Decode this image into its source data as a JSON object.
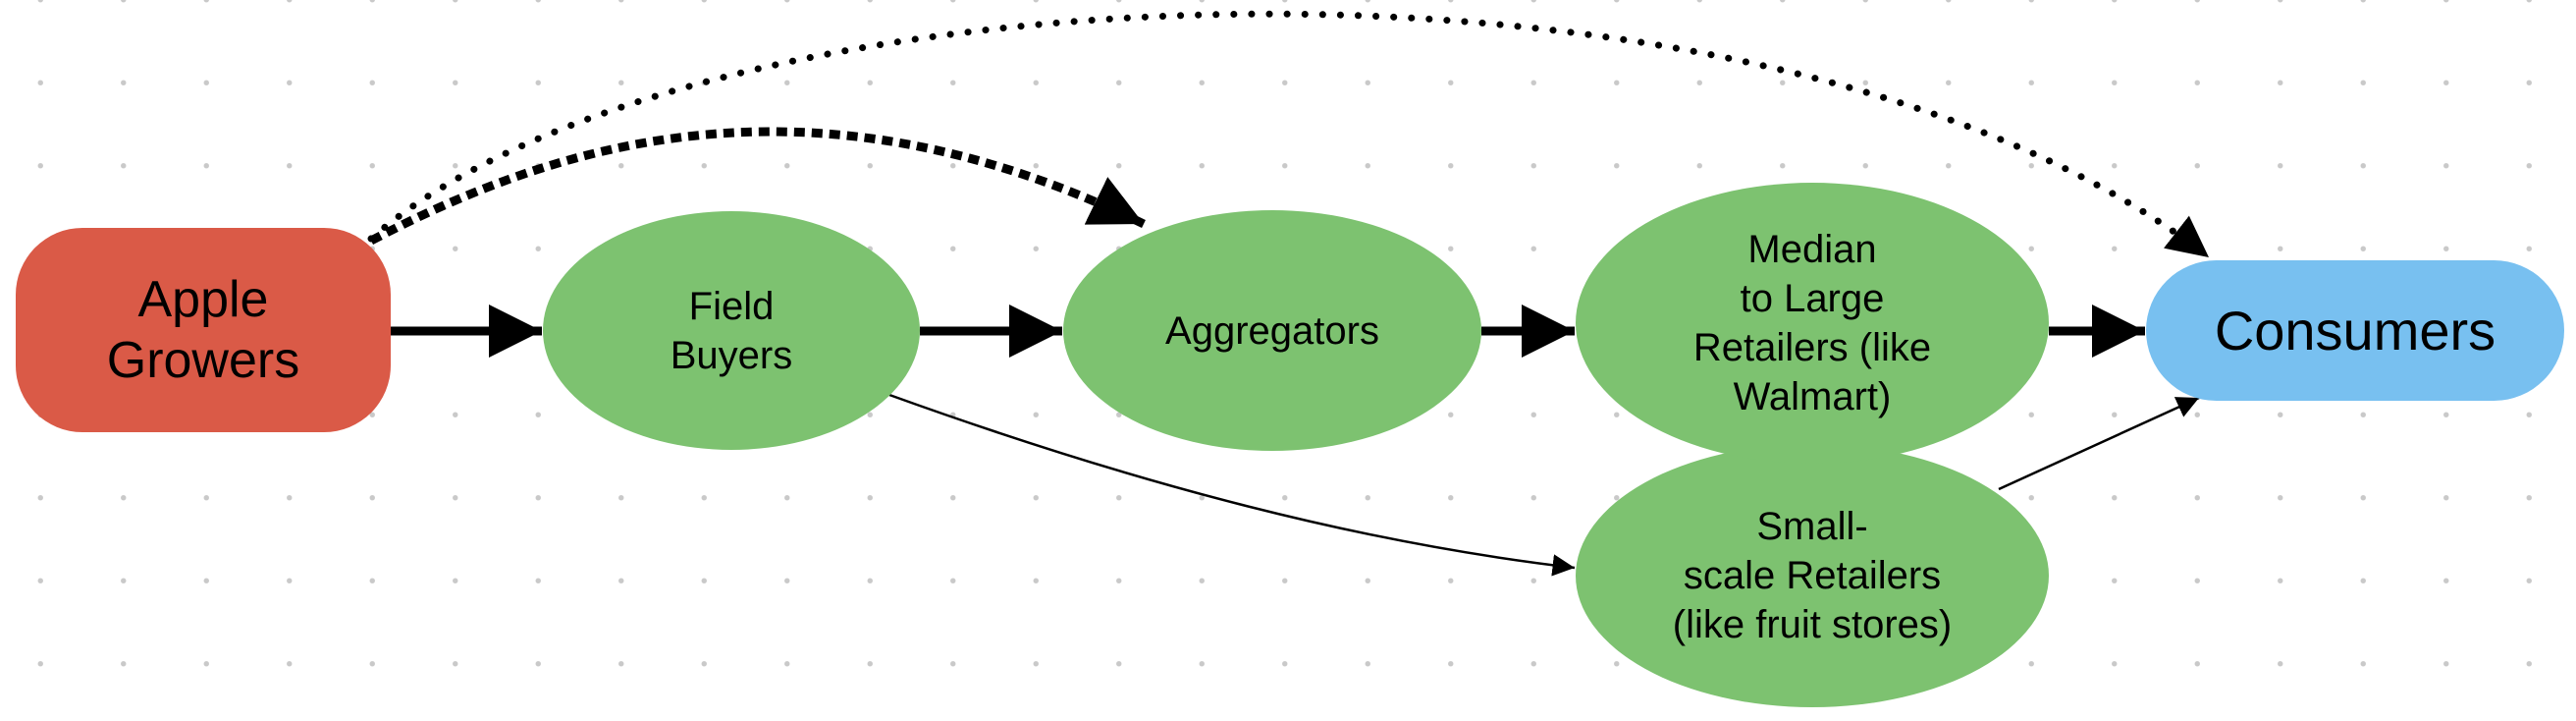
{
  "diagram": {
    "nodes": {
      "apple_growers": {
        "label": "Apple\nGrowers",
        "shape": "rounded-rectangle",
        "color": "#da5a47"
      },
      "field_buyers": {
        "label": "Field\nBuyers",
        "shape": "ellipse",
        "color": "#7dc270"
      },
      "aggregators": {
        "label": "Aggregators",
        "shape": "ellipse",
        "color": "#7dc270"
      },
      "median_large_retailers": {
        "label": "Median\nto Large\nRetailers (like\nWalmart)",
        "shape": "ellipse",
        "color": "#7dc270"
      },
      "small_scale_retailers": {
        "label": "Small-\nscale Retailers\n(like fruit stores)",
        "shape": "ellipse",
        "color": "#7dc270"
      },
      "consumers": {
        "label": "Consumers",
        "shape": "rounded-rectangle",
        "color": "#78c0f0"
      }
    },
    "edges": [
      {
        "from": "apple_growers",
        "to": "field_buyers",
        "style": "thick-solid"
      },
      {
        "from": "field_buyers",
        "to": "aggregators",
        "style": "thick-solid"
      },
      {
        "from": "aggregators",
        "to": "median_large_retailers",
        "style": "thick-solid"
      },
      {
        "from": "median_large_retailers",
        "to": "consumers",
        "style": "thick-solid"
      },
      {
        "from": "apple_growers",
        "to": "aggregators",
        "style": "thick-dashed"
      },
      {
        "from": "apple_growers",
        "to": "consumers",
        "style": "dotted"
      },
      {
        "from": "field_buyers",
        "to": "small_scale_retailers",
        "style": "thin-solid"
      },
      {
        "from": "small_scale_retailers",
        "to": "consumers",
        "style": "thin-solid"
      }
    ],
    "colors": {
      "edge": "#000000",
      "grid_dots": "#c9c9c9",
      "background": "#ffffff"
    }
  }
}
